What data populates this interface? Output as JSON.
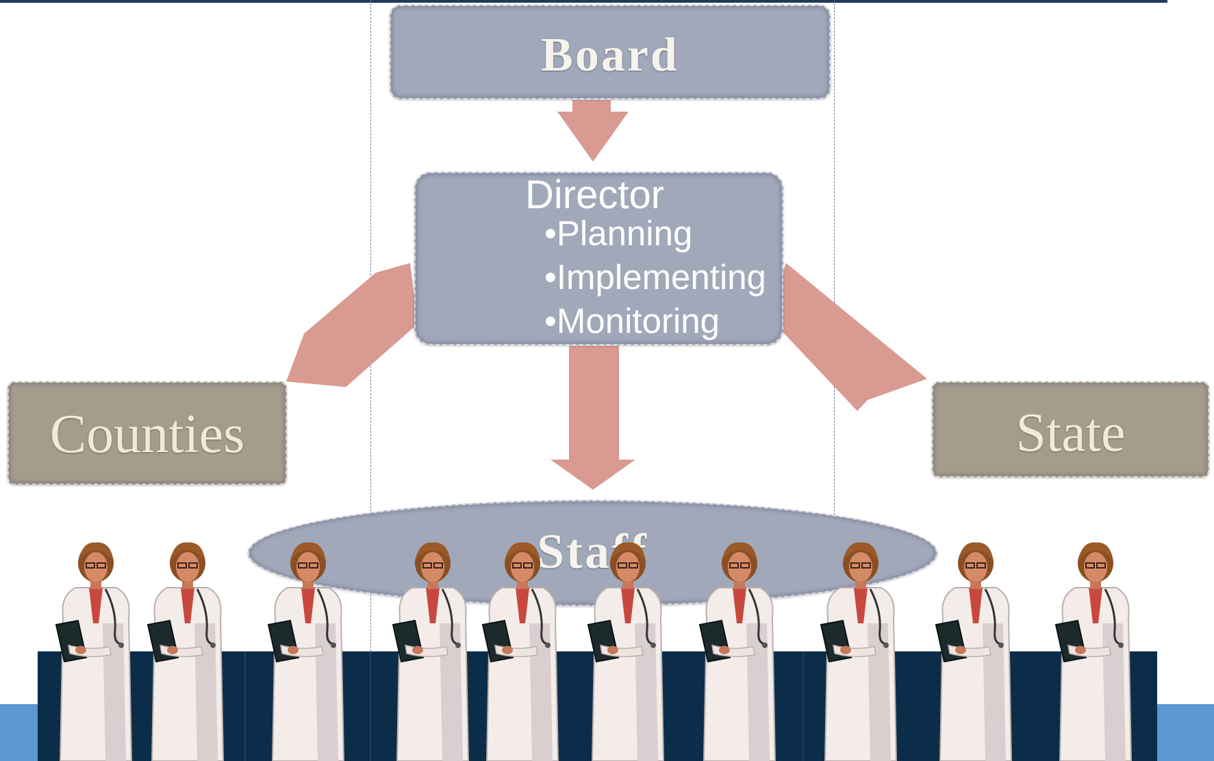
{
  "diagram": {
    "nodes": {
      "board": "Board",
      "director": {
        "title": "Director",
        "items": [
          "•Planning",
          "•Implementing",
          "•Monitoring"
        ]
      },
      "counties": "Counties",
      "state": "State",
      "staff": "Staff"
    },
    "edges": [
      [
        "board",
        "director"
      ],
      [
        "director",
        "counties"
      ],
      [
        "director",
        "state"
      ],
      [
        "director",
        "staff"
      ]
    ],
    "figure_count": 10
  },
  "colors": {
    "node_fill": "#a1a8ba",
    "side_node_fill": "#a59c8c",
    "arrow": "#d99a92",
    "bottom_band": "#5b97d0",
    "navy_block": "#0c2d49"
  }
}
